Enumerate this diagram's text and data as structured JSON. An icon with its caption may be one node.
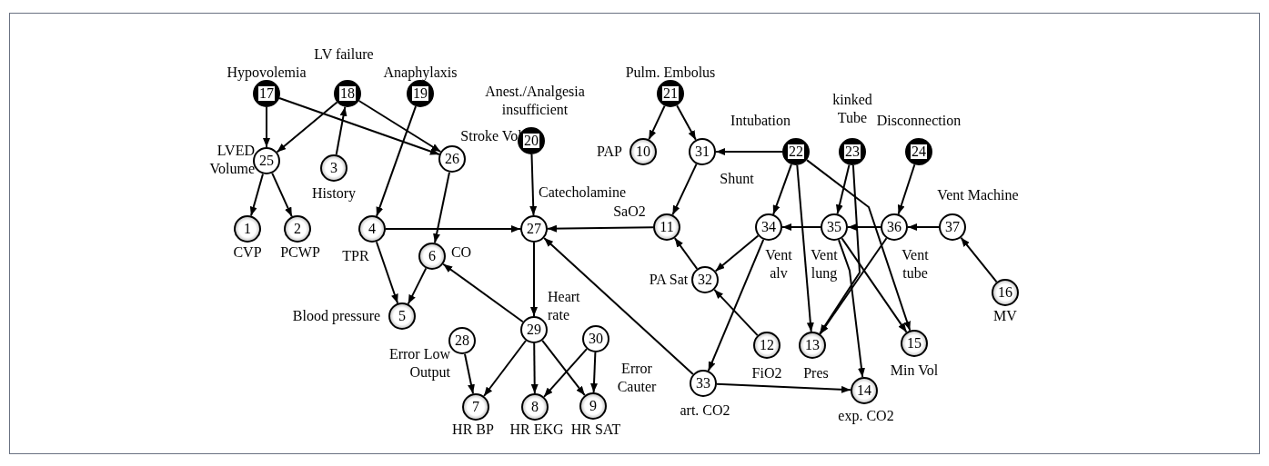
{
  "diagram": {
    "nodes": [
      {
        "text": [
          "1"
        ],
        "beside": [
          "CVP"
        ]
      },
      {
        "text": [
          "2"
        ],
        "beside": [
          "PCWP"
        ]
      },
      {
        "text": [
          "3"
        ],
        "beside": [
          "History"
        ]
      },
      {
        "text": [
          "4"
        ],
        "beside": [
          "TPR"
        ]
      },
      {
        "text": [
          "5"
        ],
        "beside": [
          "Blood pressure"
        ]
      },
      {
        "text": [
          "6"
        ],
        "beside": [
          "CO"
        ]
      },
      {
        "text": [
          "7"
        ],
        "beside": [
          "HR BP"
        ]
      },
      {
        "text": [
          "8"
        ],
        "beside": [
          "HR EKG"
        ]
      },
      {
        "text": [
          "9"
        ],
        "beside": [
          "HR SAT"
        ]
      },
      {
        "text": [
          "10"
        ],
        "beside": [
          "PAP"
        ]
      },
      {
        "text": [
          "11"
        ],
        "beside": [
          "SaO2"
        ]
      },
      {
        "text": [
          "12"
        ],
        "beside": [
          "FiO2"
        ]
      },
      {
        "text": [
          "13"
        ],
        "beside": [
          "Pres"
        ]
      },
      {
        "text": [
          "14"
        ],
        "beside": [
          "exp. CO2"
        ]
      },
      {
        "text": [
          "15"
        ],
        "beside": [
          "Min Vol"
        ]
      },
      {
        "text": [
          "16"
        ],
        "beside": [
          "MV"
        ]
      },
      {
        "text": [
          "17"
        ],
        "beside": [
          "Hypovolemia"
        ]
      },
      {
        "text": [
          "18"
        ],
        "beside": [
          "LV failure"
        ]
      },
      {
        "text": [
          "19"
        ],
        "beside": [
          "Anaphylaxis"
        ]
      },
      {
        "text": [
          "20"
        ],
        "beside": [
          "Anest./Analgesia insufficient"
        ]
      },
      {
        "text": [
          "21"
        ],
        "beside": [
          "Pulm. Embolus"
        ]
      },
      {
        "text": [
          "22"
        ],
        "beside": [
          "Intubation"
        ]
      },
      {
        "text": [
          "23"
        ],
        "beside": [
          "kinked Tube"
        ]
      },
      {
        "text": [
          "24"
        ],
        "beside": [
          "Disconnection"
        ]
      },
      {
        "text": [
          "25"
        ],
        "beside": [
          "LVED Volume"
        ]
      },
      {
        "text": [
          "26"
        ],
        "beside": [
          "Stroke Vol"
        ]
      },
      {
        "text": [
          "27"
        ],
        "beside": [
          "Catecholamine"
        ]
      },
      {
        "text": [
          "28"
        ],
        "beside": [
          "Error Low Output"
        ]
      },
      {
        "text": [
          "29"
        ],
        "beside": [
          "Heart rate"
        ]
      },
      {
        "text": [
          "30"
        ],
        "beside": [
          "Error Cauter"
        ]
      },
      {
        "text": [
          "31"
        ],
        "beside": [
          "Shunt"
        ]
      },
      {
        "text": [
          "32"
        ],
        "beside": [
          "PA Sat"
        ]
      },
      {
        "text": [
          "33"
        ],
        "beside": [
          "art. CO2"
        ]
      },
      {
        "text": [
          "34"
        ],
        "beside": [
          "Vent alv"
        ]
      },
      {
        "text": [
          "35"
        ],
        "beside": [
          "Vent lung"
        ]
      },
      {
        "text": [
          "36"
        ],
        "beside": [
          "Vent tube"
        ]
      },
      {
        "text": [
          "37"
        ],
        "beside": [
          "Vent Machine"
        ]
      }
    ],
    "edges": [
      {
        "from": 16,
        "to": 24,
        "arrow": "to"
      },
      {
        "from": 16,
        "to": 25,
        "arrow": "to"
      },
      {
        "from": 17,
        "to": 24,
        "arrow": "to"
      },
      {
        "from": 17,
        "to": 25,
        "arrow": "to"
      },
      {
        "from": 2,
        "to": 17,
        "arrow": "to"
      },
      {
        "from": 18,
        "to": 3,
        "arrow": "to"
      },
      {
        "from": 24,
        "to": 0,
        "arrow": "to"
      },
      {
        "from": 24,
        "to": 1,
        "arrow": "to"
      },
      {
        "from": 25,
        "to": 5,
        "arrow": "to"
      },
      {
        "from": 3,
        "to": 26,
        "arrow": "to"
      },
      {
        "from": 3,
        "to": 4,
        "arrow": "to"
      },
      {
        "from": 5,
        "to": 4,
        "arrow": "to"
      },
      {
        "from": 19,
        "to": 26,
        "arrow": "to"
      },
      {
        "from": 10,
        "to": 26,
        "arrow": "to"
      },
      {
        "from": 32,
        "to": 26,
        "arrow": "to"
      },
      {
        "from": 26,
        "to": 28,
        "arrow": "to"
      },
      {
        "from": 28,
        "to": 5,
        "arrow": "to"
      },
      {
        "from": 28,
        "to": 6,
        "arrow": "to"
      },
      {
        "from": 28,
        "to": 7,
        "arrow": "to"
      },
      {
        "from": 28,
        "to": 8,
        "arrow": "to"
      },
      {
        "from": 27,
        "to": 6,
        "arrow": "to"
      },
      {
        "from": 29,
        "to": 7,
        "arrow": "to"
      },
      {
        "from": 29,
        "to": 8,
        "arrow": "to"
      },
      {
        "from": 20,
        "to": 9,
        "arrow": "to"
      },
      {
        "from": 20,
        "to": 30,
        "arrow": "to"
      },
      {
        "from": 21,
        "to": 30,
        "arrow": "to"
      },
      {
        "from": 30,
        "to": 10,
        "arrow": "to"
      },
      {
        "from": 31,
        "to": 10,
        "arrow": "to"
      },
      {
        "from": 33,
        "to": 31,
        "arrow": "to"
      },
      {
        "from": 11,
        "to": 31,
        "arrow": "to"
      },
      {
        "from": 33,
        "to": 32,
        "arrow": "to"
      },
      {
        "from": 32,
        "to": 13,
        "arrow": "to"
      },
      {
        "from": 21,
        "to": 33,
        "arrow": "to"
      },
      {
        "from": 21,
        "to": 12,
        "arrow": "to"
      },
      {
        "from": 21,
        "to": 14,
        "arrow": "to"
      },
      {
        "from": 34,
        "to": 14,
        "arrow": "to"
      },
      {
        "from": 34,
        "to": 13,
        "arrow": "to"
      },
      {
        "from": 22,
        "to": 34,
        "arrow": "to"
      },
      {
        "from": 22,
        "to": 12,
        "arrow": "to"
      },
      {
        "from": 35,
        "to": 34,
        "arrow": "to"
      },
      {
        "from": 35,
        "to": 12,
        "arrow": "to"
      },
      {
        "from": 34,
        "to": 33,
        "arrow": "to"
      },
      {
        "from": 23,
        "to": 35,
        "arrow": "to"
      },
      {
        "from": 36,
        "to": 35,
        "arrow": "to"
      },
      {
        "from": 15,
        "to": 36,
        "arrow": "to"
      }
    ]
  }
}
